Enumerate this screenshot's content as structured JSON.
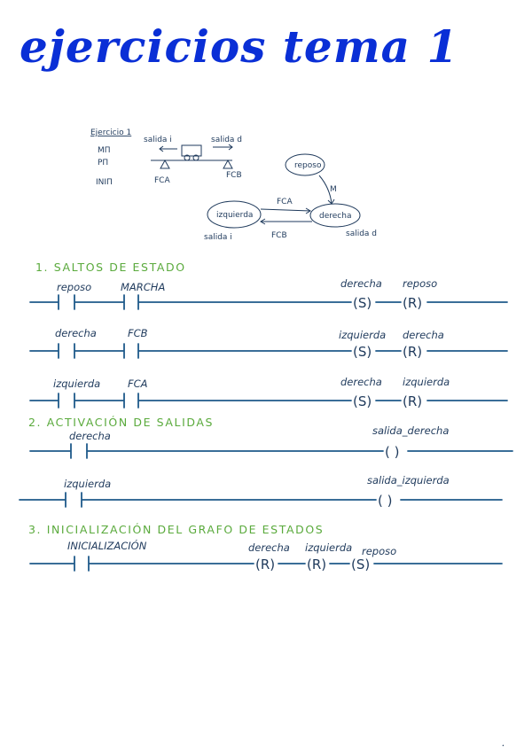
{
  "title": "ejercicios tema 1",
  "diagram": {
    "heading": "Ejercicio 1",
    "legend": [
      "MΠ",
      "PΠ",
      "INIΠ"
    ],
    "salida_i": "salida i",
    "salida_d": "salida d",
    "fca": "FCA",
    "fcb": "FCB",
    "states": {
      "reposo": "reposo",
      "izquierda": "izquierda",
      "derecha": "derecha"
    },
    "m_label": "M",
    "edge_fca": "FCA",
    "edge_fcb": "FCB",
    "out_i": "salida i",
    "out_d": "salida d"
  },
  "sections": [
    {
      "title": "1. SALTOS DE ESTADO"
    },
    {
      "title": "2. ACTIVACIÓN DE SALIDAS"
    },
    {
      "title": "3. INICIALIZACIÓN DEL GRAFO DE ESTADOS"
    }
  ],
  "rungs": [
    {
      "contacts": [
        "reposo",
        "MARCHA"
      ],
      "coils": [
        {
          "label": "derecha",
          "symbol": "(S)"
        },
        {
          "label": "reposo",
          "symbol": "(R)"
        }
      ]
    },
    {
      "contacts": [
        "derecha",
        "FCB"
      ],
      "coils": [
        {
          "label": "izquierda",
          "symbol": "(S)"
        },
        {
          "label": "derecha",
          "symbol": "(R)"
        }
      ]
    },
    {
      "contacts": [
        "izquierda",
        "FCA"
      ],
      "coils": [
        {
          "label": "derecha",
          "symbol": "(S)"
        },
        {
          "label": "izquierda",
          "symbol": "(R)"
        }
      ]
    },
    {
      "contacts": [
        "derecha"
      ],
      "coils": [
        {
          "label": "salida_derecha",
          "symbol": "( )"
        }
      ]
    },
    {
      "contacts": [
        "izquierda"
      ],
      "coils": [
        {
          "label": "salida_izquierda",
          "symbol": "( )"
        }
      ]
    },
    {
      "contacts": [
        "INICIALIZACIÓN"
      ],
      "coils": [
        {
          "label": "derecha",
          "symbol": "(R)"
        },
        {
          "label": "izquierda",
          "symbol": "(R)"
        },
        {
          "label": "reposo",
          "symbol": "(S)"
        }
      ]
    }
  ],
  "footer_mark": "."
}
